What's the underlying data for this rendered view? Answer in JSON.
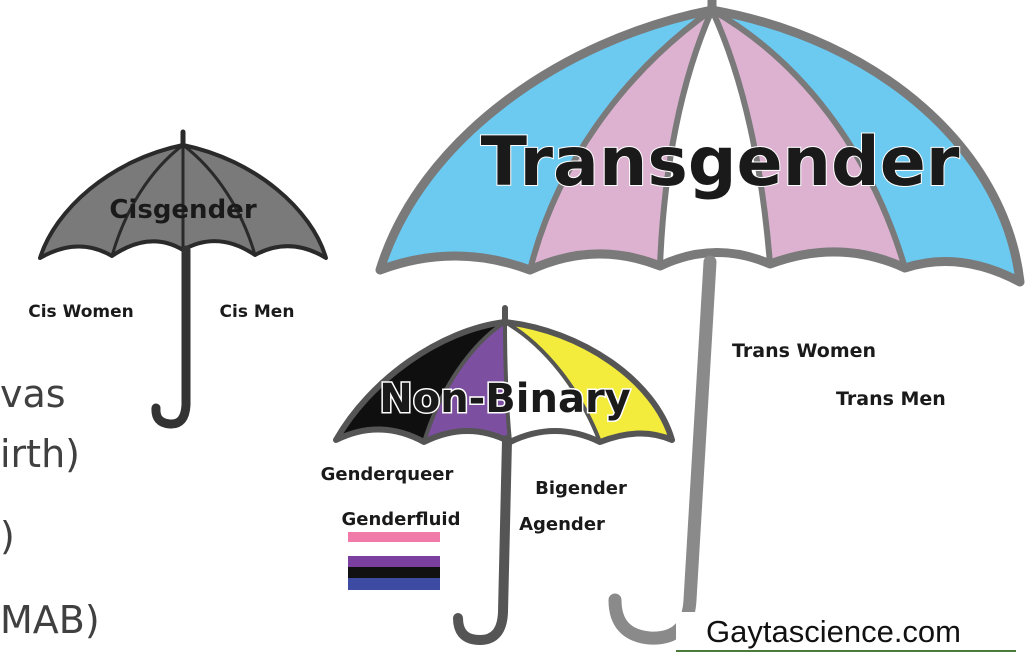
{
  "slide_text": [
    "vas",
    "irth)",
    ")",
    "MAB)"
  ],
  "cisgender": {
    "title": "Cisgender",
    "labels": [
      "Cis Women",
      "Cis Men"
    ]
  },
  "transgender": {
    "title": "Transgender",
    "labels": [
      "Trans Women",
      "Trans Men"
    ]
  },
  "nonbinary": {
    "title": "Non-Binary",
    "labels": [
      "Genderqueer",
      "Bigender",
      "Genderfluid",
      "Agender"
    ]
  },
  "colors": {
    "umbrella_gray": "#7a7a7a",
    "trans_blue": "#6cc9ef",
    "trans_pink": "#dcb2d0",
    "nb_yellow": "#f3ec3c",
    "nb_purple": "#7d4fa1",
    "nb_black": "#0f0f0f",
    "nb_title_pink": "#e2579c",
    "flag_pink": "#f07aa8",
    "flag_purple": "#7b3fa0",
    "flag_blue": "#3d4ba3"
  },
  "credit": "Gaytascience.com"
}
